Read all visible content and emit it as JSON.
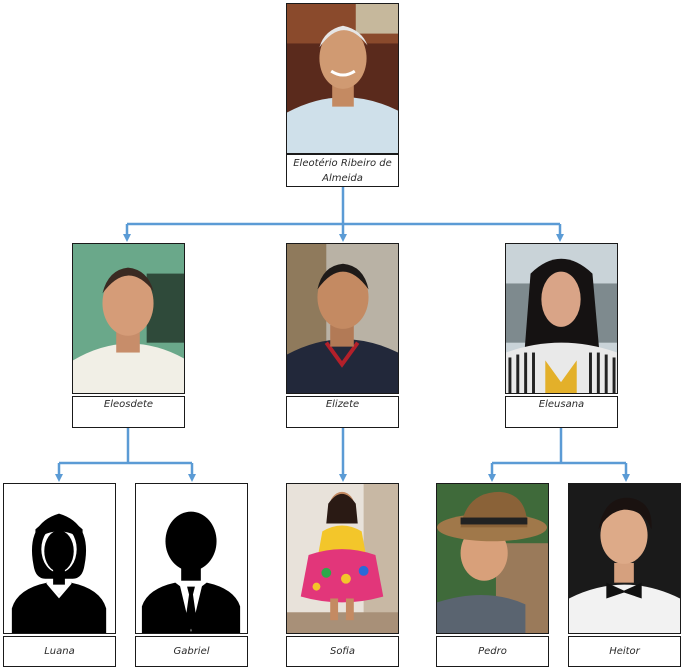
{
  "colors": {
    "connector": "#5b9bd5",
    "border": "#1a1a1a",
    "label_text": "#2b2b2b"
  },
  "root": {
    "name": "Eleotério Ribeiro de Almeida",
    "photo": "photo-elderly-man"
  },
  "children": [
    {
      "name": "Eleosdete",
      "photo": "photo-man-white-shirt"
    },
    {
      "name": "Elizete",
      "photo": "photo-man-dark-polo"
    },
    {
      "name": "Eleusana",
      "photo": "photo-woman-striped-cardigan"
    }
  ],
  "grandchildren": [
    {
      "name": "Luana",
      "photo": "female-silhouette-icon"
    },
    {
      "name": "Gabriel",
      "photo": "male-silhouette-icon"
    },
    {
      "name": "Sofia",
      "photo": "photo-girl-festive-dress"
    },
    {
      "name": "Pedro",
      "photo": "photo-boy-straw-hat"
    },
    {
      "name": "Heitor",
      "photo": "photo-boy-bow-tie"
    }
  ]
}
